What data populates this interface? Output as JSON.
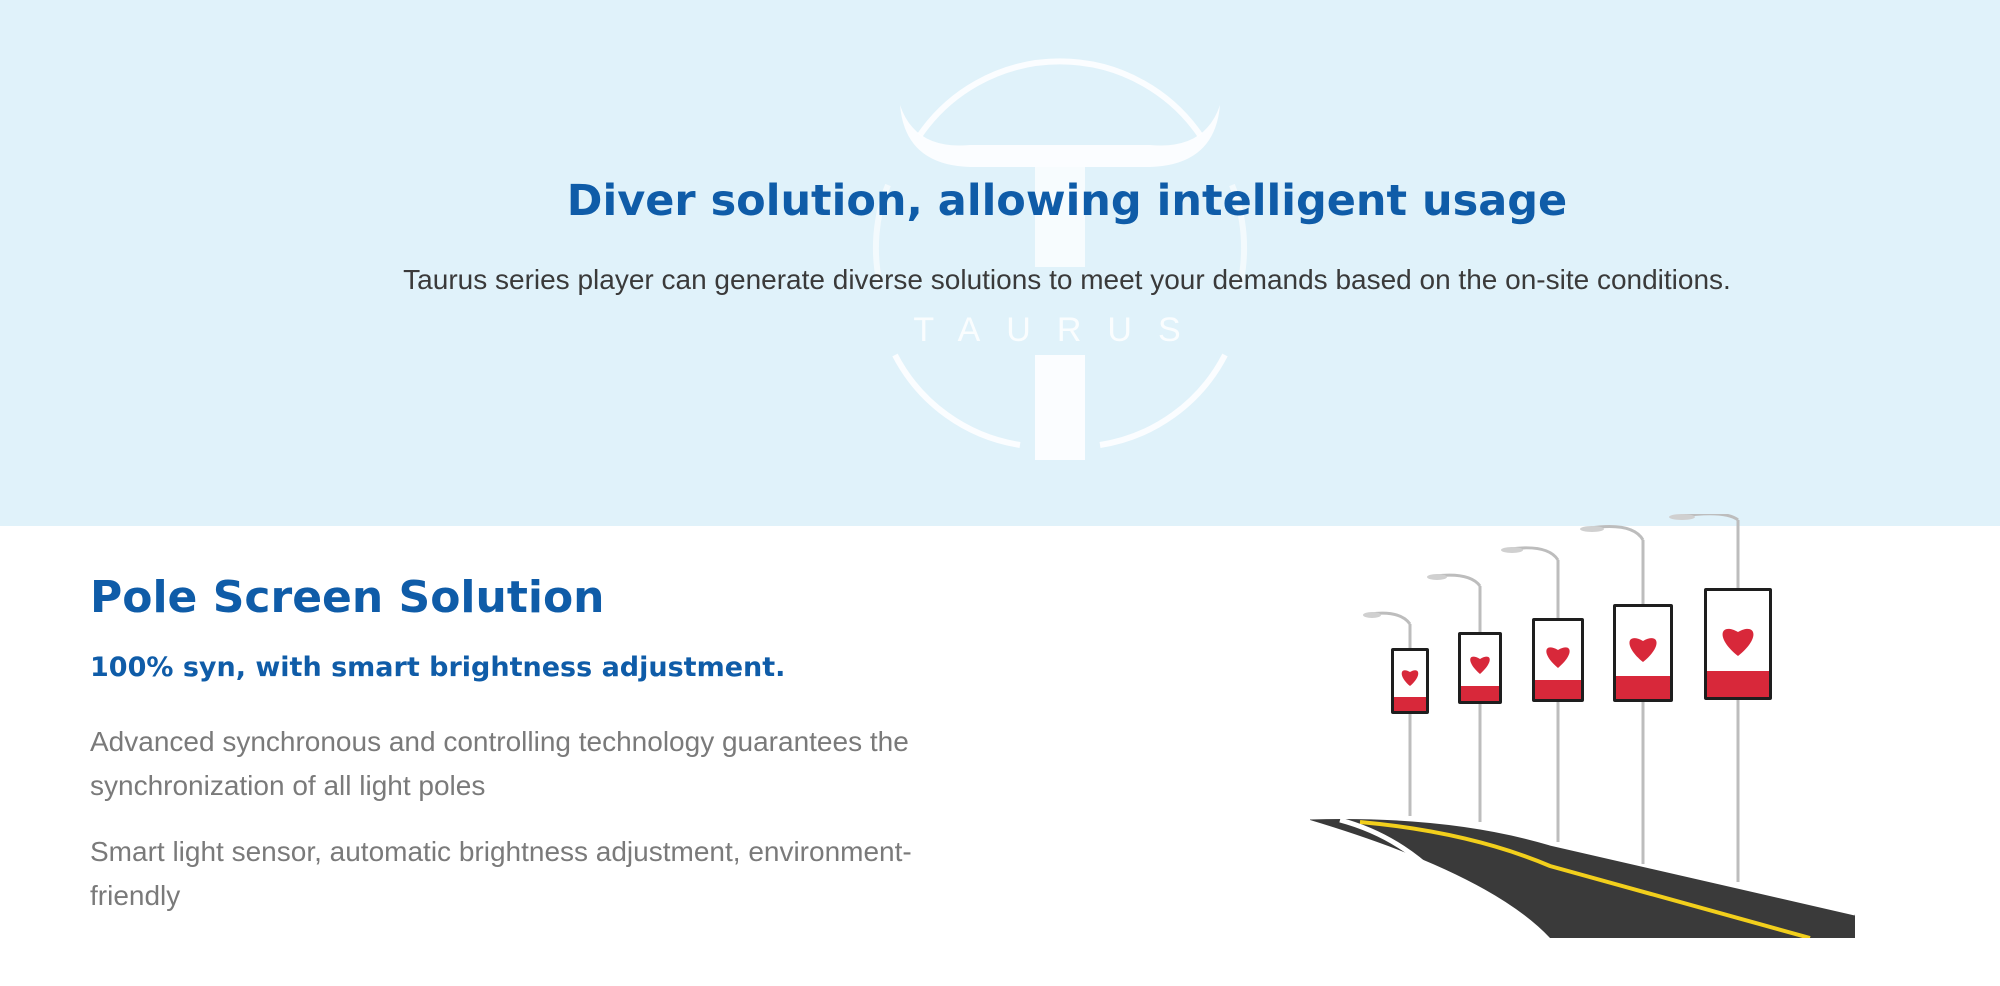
{
  "hero": {
    "title": "Diver solution, allowing intelligent usage",
    "subtitle": "Taurus series player can generate diverse solutions to meet your demands based on the on-site conditions.",
    "watermark_text": "TAURUS"
  },
  "section": {
    "title": "Pole Screen Solution",
    "subtitle": "100% syn, with smart brightness adjustment.",
    "paragraphs": [
      "Advanced synchronous and controlling technology guarantees the synchronization of all light poles",
      "Smart light sensor, automatic brightness adjustment, environment-friendly"
    ]
  },
  "colors": {
    "brand_blue": "#0f5ca8",
    "hero_background": "#e0f2fa",
    "body_text": "#7a7a7a",
    "screen_red": "#d8283a"
  },
  "illustration": {
    "icon": "pole-screens-road-illustration",
    "pole_count": 5
  }
}
